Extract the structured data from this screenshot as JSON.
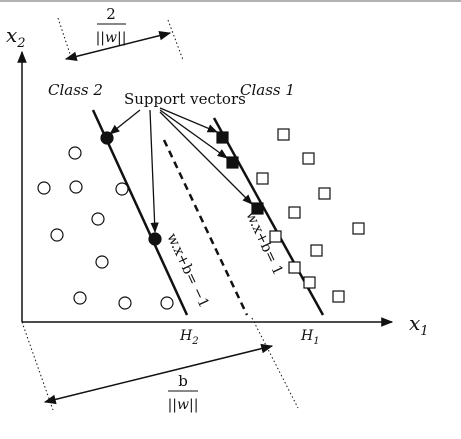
{
  "figure": {
    "axis_x_main": "x",
    "axis_x_sub": "1",
    "axis_y_main": "x",
    "axis_y_sub": "2",
    "class2_label": "Class 2",
    "class1_label": "Class 1",
    "support_vectors_label": "Support vectors",
    "eq_h2": "w.x+b= −1",
    "eq_h1": "w.x+b= 1",
    "h2_main": "H",
    "h2_sub": "2",
    "h1_main": "H",
    "h1_sub": "1",
    "margin_numerator": "2",
    "margin_denominator": "||w||",
    "offset_numerator": "b",
    "offset_denominator": "||w||"
  },
  "colors": {
    "ink": "#111111",
    "background": "#ffffff"
  }
}
